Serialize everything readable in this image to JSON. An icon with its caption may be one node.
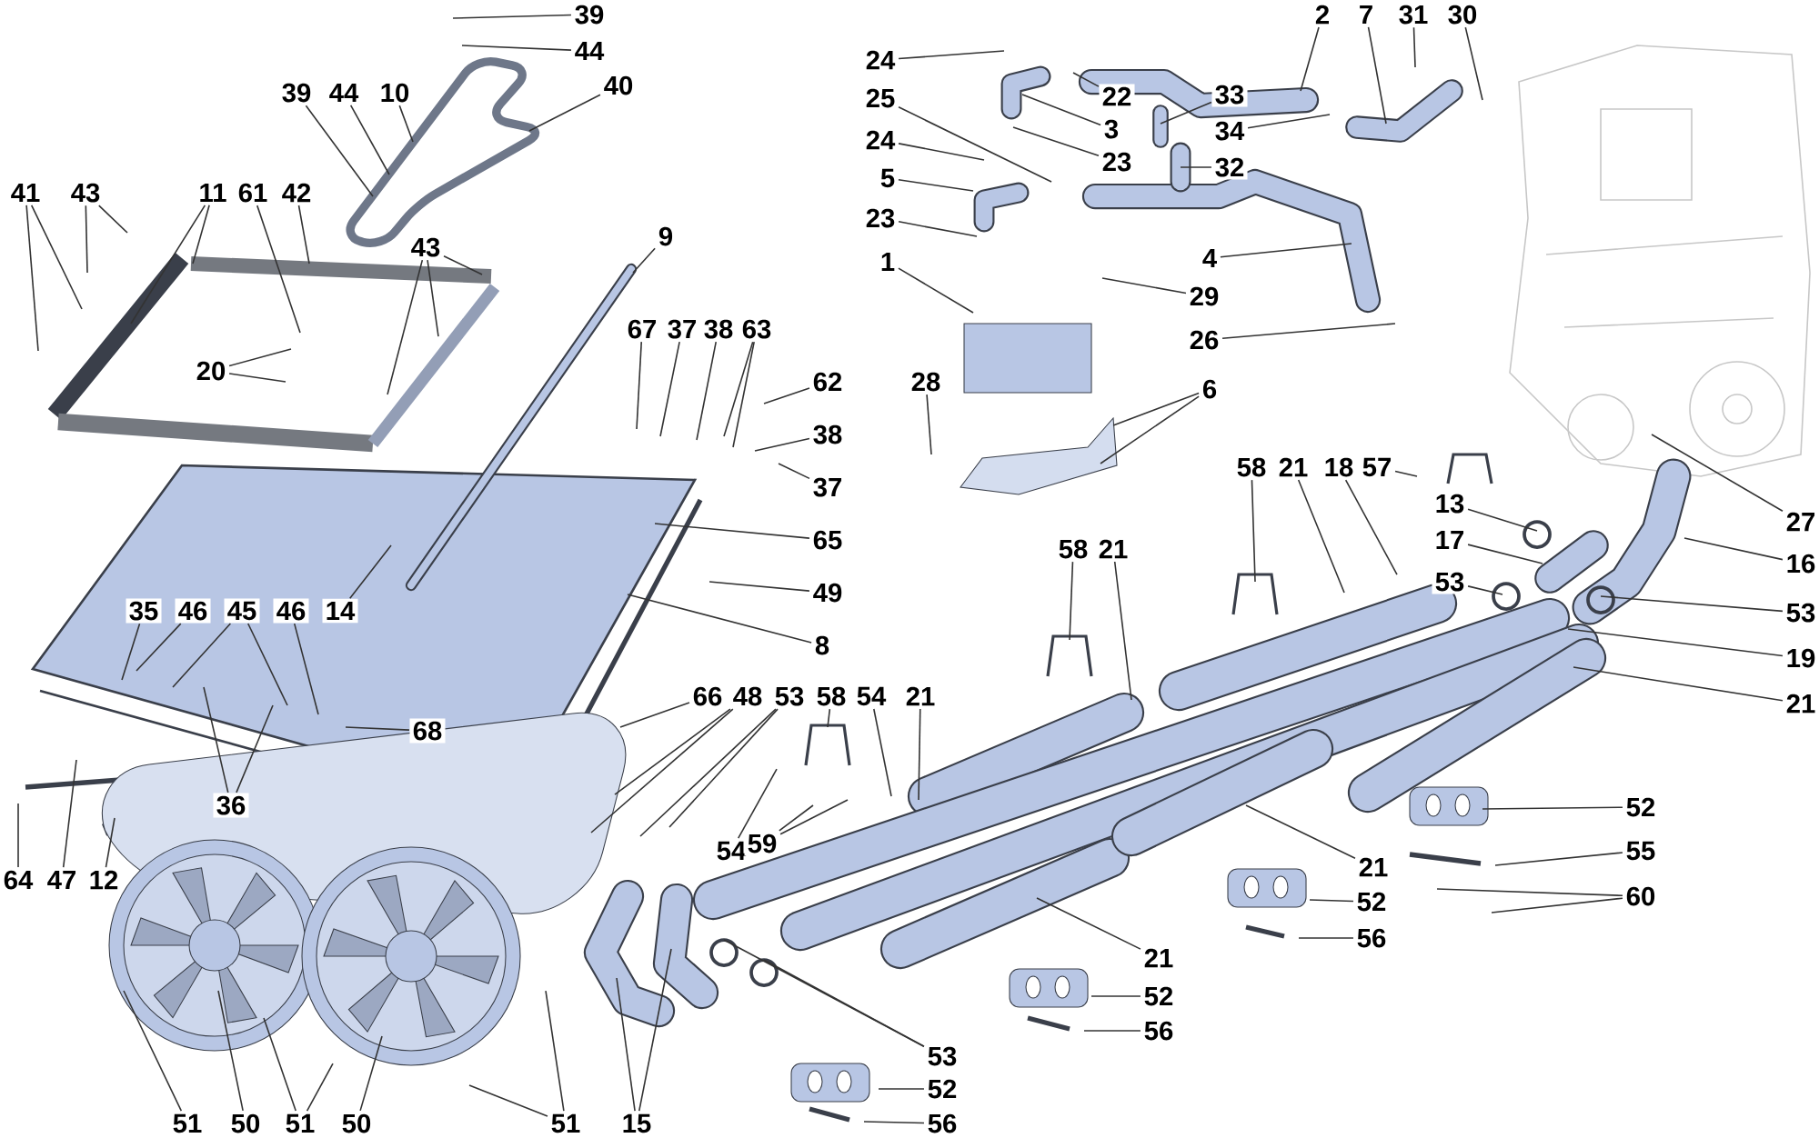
{
  "diagram": {
    "nodes": [
      {
        "text": [
          "39"
        ]
      },
      {
        "text": [
          "44"
        ]
      },
      {
        "text": [
          "2"
        ]
      },
      {
        "text": [
          "7"
        ]
      },
      {
        "text": [
          "31"
        ]
      },
      {
        "text": [
          "30"
        ]
      },
      {
        "text": [
          "24"
        ]
      },
      {
        "text": [
          "40"
        ]
      },
      {
        "text": [
          "39"
        ]
      },
      {
        "text": [
          "44"
        ]
      },
      {
        "text": [
          "10"
        ]
      },
      {
        "text": [
          "22"
        ]
      },
      {
        "text": [
          "33"
        ]
      },
      {
        "text": [
          "25"
        ]
      },
      {
        "text": [
          "3"
        ]
      },
      {
        "text": [
          "34"
        ]
      },
      {
        "text": [
          "24"
        ]
      },
      {
        "text": [
          "23"
        ]
      },
      {
        "text": [
          "32"
        ]
      },
      {
        "text": [
          "5"
        ]
      },
      {
        "text": [
          "41"
        ]
      },
      {
        "text": [
          "43"
        ]
      },
      {
        "text": [
          "11"
        ]
      },
      {
        "text": [
          "61"
        ]
      },
      {
        "text": [
          "42"
        ]
      },
      {
        "text": [
          "23"
        ]
      },
      {
        "text": [
          "9"
        ]
      },
      {
        "text": [
          "43"
        ]
      },
      {
        "text": [
          "4"
        ]
      },
      {
        "text": [
          "1"
        ]
      },
      {
        "text": [
          "29"
        ]
      },
      {
        "text": [
          "67"
        ]
      },
      {
        "text": [
          "37"
        ]
      },
      {
        "text": [
          "38"
        ]
      },
      {
        "text": [
          "63"
        ]
      },
      {
        "text": [
          "26"
        ]
      },
      {
        "text": [
          "20"
        ]
      },
      {
        "text": [
          "62"
        ]
      },
      {
        "text": [
          "28"
        ]
      },
      {
        "text": [
          "6"
        ]
      },
      {
        "text": [
          "38"
        ]
      },
      {
        "text": [
          "58"
        ]
      },
      {
        "text": [
          "21"
        ]
      },
      {
        "text": [
          "18"
        ]
      },
      {
        "text": [
          "57"
        ]
      },
      {
        "text": [
          "37"
        ]
      },
      {
        "text": [
          "13"
        ]
      },
      {
        "text": [
          "27"
        ]
      },
      {
        "text": [
          "65"
        ]
      },
      {
        "text": [
          "17"
        ]
      },
      {
        "text": [
          "58"
        ]
      },
      {
        "text": [
          "21"
        ]
      },
      {
        "text": [
          "16"
        ]
      },
      {
        "text": [
          "53"
        ]
      },
      {
        "text": [
          "49"
        ]
      },
      {
        "text": [
          "35"
        ]
      },
      {
        "text": [
          "46"
        ]
      },
      {
        "text": [
          "45"
        ]
      },
      {
        "text": [
          "46"
        ]
      },
      {
        "text": [
          "14"
        ]
      },
      {
        "text": [
          "53"
        ]
      },
      {
        "text": [
          "8"
        ]
      },
      {
        "text": [
          "19"
        ]
      },
      {
        "text": [
          "66"
        ]
      },
      {
        "text": [
          "48"
        ]
      },
      {
        "text": [
          "53"
        ]
      },
      {
        "text": [
          "58"
        ]
      },
      {
        "text": [
          "54"
        ]
      },
      {
        "text": [
          "21"
        ]
      },
      {
        "text": [
          "21"
        ]
      },
      {
        "text": [
          "68"
        ]
      },
      {
        "text": [
          "36"
        ]
      },
      {
        "text": [
          "52"
        ]
      },
      {
        "text": [
          "54"
        ]
      },
      {
        "text": [
          "59"
        ]
      },
      {
        "text": [
          "55"
        ]
      },
      {
        "text": [
          "21"
        ]
      },
      {
        "text": [
          "64"
        ]
      },
      {
        "text": [
          "47"
        ]
      },
      {
        "text": [
          "12"
        ]
      },
      {
        "text": [
          "60"
        ]
      },
      {
        "text": [
          "52"
        ]
      },
      {
        "text": [
          "56"
        ]
      },
      {
        "text": [
          "21"
        ]
      },
      {
        "text": [
          "52"
        ]
      },
      {
        "text": [
          "56"
        ]
      },
      {
        "text": [
          "53"
        ]
      },
      {
        "text": [
          "52"
        ]
      },
      {
        "text": [
          "51"
        ]
      },
      {
        "text": [
          "50"
        ]
      },
      {
        "text": [
          "51"
        ]
      },
      {
        "text": [
          "50"
        ]
      },
      {
        "text": [
          "51"
        ]
      },
      {
        "text": [
          "15"
        ]
      },
      {
        "text": [
          "56"
        ]
      }
    ],
    "edges": [
      {
        "from": 0,
        "to": null,
        "arrow": "none"
      },
      {
        "from": 1,
        "to": null,
        "arrow": "none"
      },
      {
        "from": 2,
        "to": null,
        "arrow": "none"
      },
      {
        "from": 3,
        "to": null,
        "arrow": "none"
      },
      {
        "from": 4,
        "to": null,
        "arrow": "none"
      },
      {
        "from": 5,
        "to": null,
        "arrow": "none"
      },
      {
        "from": 6,
        "to": null,
        "arrow": "none"
      },
      {
        "from": 7,
        "to": null,
        "arrow": "none"
      },
      {
        "from": 8,
        "to": null,
        "arrow": "none"
      },
      {
        "from": 9,
        "to": null,
        "arrow": "none"
      },
      {
        "from": 10,
        "to": null,
        "arrow": "none"
      },
      {
        "from": 11,
        "to": null,
        "arrow": "none"
      },
      {
        "from": 12,
        "to": null,
        "arrow": "none"
      },
      {
        "from": 13,
        "to": null,
        "arrow": "none"
      },
      {
        "from": 14,
        "to": null,
        "arrow": "none"
      },
      {
        "from": 15,
        "to": null,
        "arrow": "none"
      },
      {
        "from": 16,
        "to": null,
        "arrow": "none"
      },
      {
        "from": 17,
        "to": null,
        "arrow": "none"
      },
      {
        "from": 18,
        "to": null,
        "arrow": "none"
      },
      {
        "from": 19,
        "to": null,
        "arrow": "none"
      },
      {
        "from": 20,
        "to": null,
        "arrow": "none"
      },
      {
        "from": 20,
        "to": null,
        "arrow": "none"
      },
      {
        "from": 21,
        "to": null,
        "arrow": "none"
      },
      {
        "from": 21,
        "to": null,
        "arrow": "none"
      },
      {
        "from": 22,
        "to": null,
        "arrow": "none"
      },
      {
        "from": 22,
        "to": null,
        "arrow": "none"
      },
      {
        "from": 23,
        "to": null,
        "arrow": "none"
      },
      {
        "from": 24,
        "to": null,
        "arrow": "none"
      },
      {
        "from": 25,
        "to": null,
        "arrow": "none"
      },
      {
        "from": 26,
        "to": null,
        "arrow": "none"
      },
      {
        "from": 27,
        "to": null,
        "arrow": "none"
      },
      {
        "from": 27,
        "to": null,
        "arrow": "none"
      },
      {
        "from": 27,
        "to": null,
        "arrow": "none"
      },
      {
        "from": 28,
        "to": null,
        "arrow": "none"
      },
      {
        "from": 29,
        "to": null,
        "arrow": "none"
      },
      {
        "from": 30,
        "to": null,
        "arrow": "none"
      },
      {
        "from": 31,
        "to": null,
        "arrow": "none"
      },
      {
        "from": 32,
        "to": null,
        "arrow": "none"
      },
      {
        "from": 33,
        "to": null,
        "arrow": "none"
      },
      {
        "from": 34,
        "to": null,
        "arrow": "none"
      },
      {
        "from": 34,
        "to": null,
        "arrow": "none"
      },
      {
        "from": 35,
        "to": null,
        "arrow": "none"
      },
      {
        "from": 36,
        "to": null,
        "arrow": "none"
      },
      {
        "from": 36,
        "to": null,
        "arrow": "none"
      },
      {
        "from": 37,
        "to": null,
        "arrow": "none"
      },
      {
        "from": 38,
        "to": null,
        "arrow": "none"
      },
      {
        "from": 39,
        "to": null,
        "arrow": "none"
      },
      {
        "from": 39,
        "to": null,
        "arrow": "none"
      },
      {
        "from": 40,
        "to": null,
        "arrow": "none"
      },
      {
        "from": 41,
        "to": null,
        "arrow": "none"
      },
      {
        "from": 42,
        "to": null,
        "arrow": "none"
      },
      {
        "from": 43,
        "to": null,
        "arrow": "none"
      },
      {
        "from": 44,
        "to": null,
        "arrow": "none"
      },
      {
        "from": 45,
        "to": null,
        "arrow": "none"
      },
      {
        "from": 46,
        "to": null,
        "arrow": "none"
      },
      {
        "from": 47,
        "to": null,
        "arrow": "none"
      },
      {
        "from": 48,
        "to": null,
        "arrow": "none"
      },
      {
        "from": 49,
        "to": null,
        "arrow": "none"
      },
      {
        "from": 50,
        "to": null,
        "arrow": "none"
      },
      {
        "from": 51,
        "to": null,
        "arrow": "none"
      },
      {
        "from": 52,
        "to": null,
        "arrow": "none"
      },
      {
        "from": 53,
        "to": null,
        "arrow": "none"
      },
      {
        "from": 54,
        "to": null,
        "arrow": "none"
      },
      {
        "from": 55,
        "to": null,
        "arrow": "none"
      },
      {
        "from": 56,
        "to": null,
        "arrow": "none"
      },
      {
        "from": 57,
        "to": null,
        "arrow": "none"
      },
      {
        "from": 57,
        "to": null,
        "arrow": "none"
      },
      {
        "from": 58,
        "to": null,
        "arrow": "none"
      },
      {
        "from": 59,
        "to": null,
        "arrow": "none"
      },
      {
        "from": 60,
        "to": null,
        "arrow": "none"
      },
      {
        "from": 61,
        "to": null,
        "arrow": "none"
      },
      {
        "from": 62,
        "to": null,
        "arrow": "none"
      },
      {
        "from": 63,
        "to": null,
        "arrow": "none"
      },
      {
        "from": 64,
        "to": null,
        "arrow": "none"
      },
      {
        "from": 64,
        "to": null,
        "arrow": "none"
      },
      {
        "from": 65,
        "to": null,
        "arrow": "none"
      },
      {
        "from": 65,
        "to": null,
        "arrow": "none"
      },
      {
        "from": 66,
        "to": null,
        "arrow": "none"
      },
      {
        "from": 67,
        "to": null,
        "arrow": "none"
      },
      {
        "from": 68,
        "to": null,
        "arrow": "none"
      },
      {
        "from": 69,
        "to": null,
        "arrow": "none"
      },
      {
        "from": 70,
        "to": null,
        "arrow": "none"
      },
      {
        "from": 71,
        "to": null,
        "arrow": "none"
      },
      {
        "from": 71,
        "to": null,
        "arrow": "none"
      },
      {
        "from": 72,
        "to": null,
        "arrow": "none"
      },
      {
        "from": 73,
        "to": null,
        "arrow": "none"
      },
      {
        "from": 74,
        "to": null,
        "arrow": "none"
      },
      {
        "from": 74,
        "to": null,
        "arrow": "none"
      },
      {
        "from": 75,
        "to": null,
        "arrow": "none"
      },
      {
        "from": 76,
        "to": null,
        "arrow": "none"
      },
      {
        "from": 77,
        "to": null,
        "arrow": "none"
      },
      {
        "from": 78,
        "to": null,
        "arrow": "none"
      },
      {
        "from": 79,
        "to": null,
        "arrow": "none"
      },
      {
        "from": 80,
        "to": null,
        "arrow": "none"
      },
      {
        "from": 80,
        "to": null,
        "arrow": "none"
      },
      {
        "from": 81,
        "to": null,
        "arrow": "none"
      },
      {
        "from": 82,
        "to": null,
        "arrow": "none"
      },
      {
        "from": 83,
        "to": null,
        "arrow": "none"
      },
      {
        "from": 84,
        "to": null,
        "arrow": "none"
      },
      {
        "from": 85,
        "to": null,
        "arrow": "none"
      },
      {
        "from": 86,
        "to": null,
        "arrow": "none"
      },
      {
        "from": 86,
        "to": null,
        "arrow": "none"
      },
      {
        "from": 87,
        "to": null,
        "arrow": "none"
      },
      {
        "from": 88,
        "to": null,
        "arrow": "none"
      },
      {
        "from": 89,
        "to": null,
        "arrow": "none"
      },
      {
        "from": 90,
        "to": null,
        "arrow": "none"
      },
      {
        "from": 90,
        "to": null,
        "arrow": "none"
      },
      {
        "from": 91,
        "to": null,
        "arrow": "none"
      },
      {
        "from": 92,
        "to": null,
        "arrow": "none"
      },
      {
        "from": 92,
        "to": null,
        "arrow": "none"
      },
      {
        "from": 93,
        "to": null,
        "arrow": "none"
      },
      {
        "from": 93,
        "to": null,
        "arrow": "none"
      },
      {
        "from": 94,
        "to": null,
        "arrow": "none"
      }
    ]
  }
}
